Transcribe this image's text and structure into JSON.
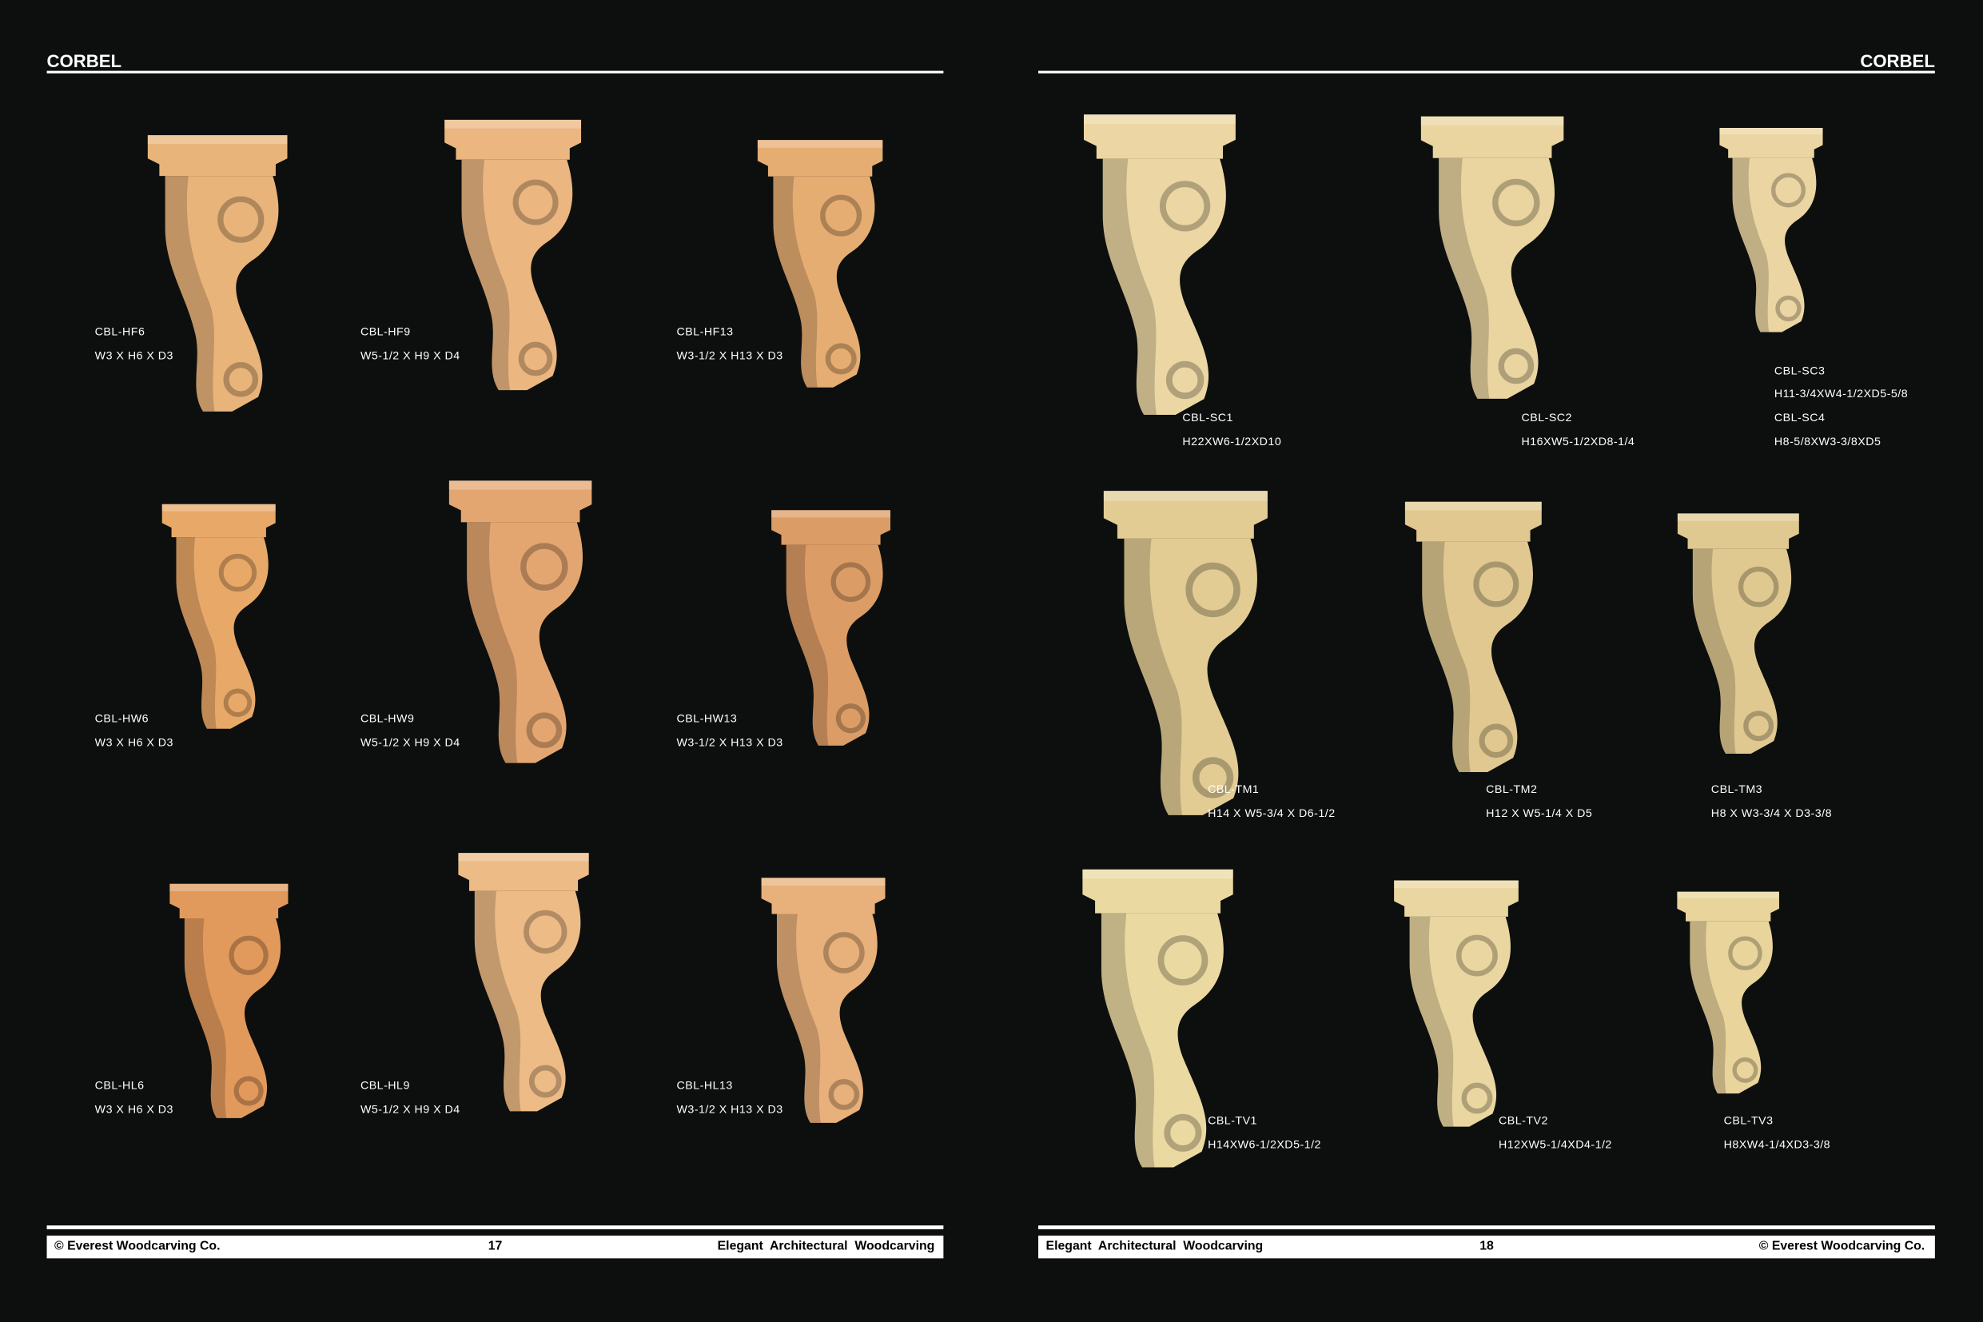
{
  "left_page": {
    "header": "CORBEL",
    "footer": {
      "copyright": "© Everest Woodcarving Co.",
      "page": "17",
      "tagline": "Elegant  Architectural  Woodcarving"
    },
    "products": [
      {
        "code": "CBL-HF6",
        "dims": "W3 X H6 X D3",
        "color": "#e9b47a"
      },
      {
        "code": "CBL-HF9",
        "dims": "W5-1/2 X H9 X D4",
        "color": "#ebb680"
      },
      {
        "code": "CBL-HF13",
        "dims": "W3-1/2 X H13 X D3",
        "color": "#e6ad72"
      },
      {
        "code": "CBL-HW6",
        "dims": "W3 X H6 X D3",
        "color": "#e8a868"
      },
      {
        "code": "CBL-HW9",
        "dims": "W5-1/2 X H9 X D4",
        "color": "#e4a671"
      },
      {
        "code": "CBL-HW13",
        "dims": "W3-1/2 X H13 X D3",
        "color": "#dc9c66"
      },
      {
        "code": "CBL-HL6",
        "dims": "W3 X H6 X D3",
        "color": "#e29a5c"
      },
      {
        "code": "CBL-HL9",
        "dims": "W5-1/2 X H9 X D4",
        "color": "#edbb86"
      },
      {
        "code": "CBL-HL13",
        "dims": "W3-1/2 X H13 X D3",
        "color": "#e8b07a"
      }
    ]
  },
  "right_page": {
    "header": "CORBEL",
    "footer": {
      "tagline": "Elegant  Architectural  Woodcarving",
      "page": "18",
      "copyright": "© Everest Woodcarving Co."
    },
    "products": [
      {
        "code": "CBL-SC1",
        "dims": "H22XW6-1/2XD10",
        "color": "#ecd7a4"
      },
      {
        "code": "CBL-SC2",
        "dims": "H16XW5-1/2XD8-1/4",
        "color": "#ead4a0"
      },
      {
        "code": "CBL-SC3",
        "dims": "H11-3/4XW4-1/2XD5-5/8",
        "color": "#ebd5a2"
      },
      {
        "code": "CBL-SC4",
        "dims": "H8-5/8XW3-3/8XD5"
      },
      {
        "code": "CBL-TM1",
        "dims": "H14 X W5-3/4 X D6-1/2",
        "color": "#e2cc94"
      },
      {
        "code": "CBL-TM2",
        "dims": "H12 X W5-1/4 X D5",
        "color": "#e0c890"
      },
      {
        "code": "CBL-TM3",
        "dims": "H8 X W3-3/4 X D3-3/8",
        "color": "#e0c991"
      },
      {
        "code": "CBL-TV1",
        "dims": "H14XW6-1/2XD5-1/2",
        "color": "#ebd9a2"
      },
      {
        "code": "CBL-TV2",
        "dims": "H12XW5-1/4XD4-1/2",
        "color": "#ead6a0"
      },
      {
        "code": "CBL-TV3",
        "dims": "H8XW4-1/4XD3-3/8",
        "color": "#e9d49c"
      }
    ]
  }
}
